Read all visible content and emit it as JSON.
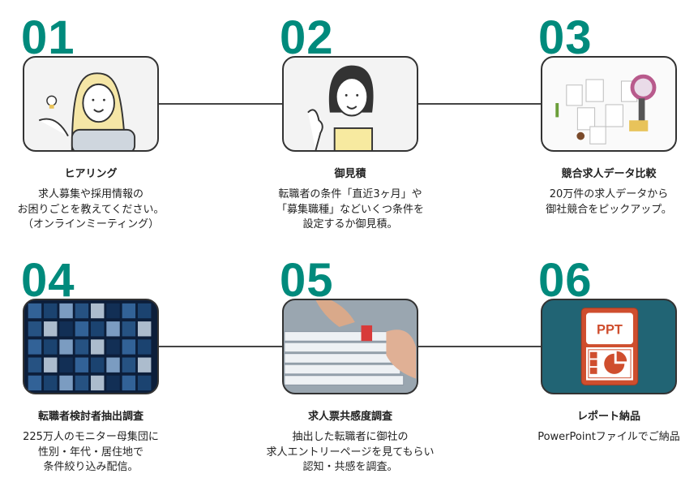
{
  "steps": [
    {
      "number": "01",
      "title": "ヒアリング",
      "lines": [
        "求人募集や採用情報の",
        "お困りごとを教えてください。",
        "（オンラインミーティング）"
      ]
    },
    {
      "number": "02",
      "title": "御見積",
      "lines": [
        "転職者の条件「直近3ヶ月」や",
        "「募集職種」などいくつ条件を",
        "設定するか御見積。"
      ]
    },
    {
      "number": "03",
      "title": "競合求人データ比較",
      "lines": [
        "20万件の求人データから",
        "御社競合をピックアップ。"
      ]
    },
    {
      "number": "04",
      "title": "転職者検討者抽出調査",
      "lines": [
        "225万人のモニター母集団に",
        "性別・年代・居住地で",
        "条件絞り込み配信。"
      ]
    },
    {
      "number": "05",
      "title": "求人票共感度調査",
      "lines": [
        "抽出した転職者に御社の",
        "求人エントリーページを見てもらい",
        "認知・共感を調査。"
      ]
    },
    {
      "number": "06",
      "title": "レポート納品",
      "lines": [
        "PowerPointファイルでご納品"
      ]
    }
  ],
  "ppt_icon_label": "PPT",
  "colors": {
    "accent": "#008a7c",
    "ppt_bg": "#216474",
    "ppt_orange": "#cf4e2e"
  }
}
